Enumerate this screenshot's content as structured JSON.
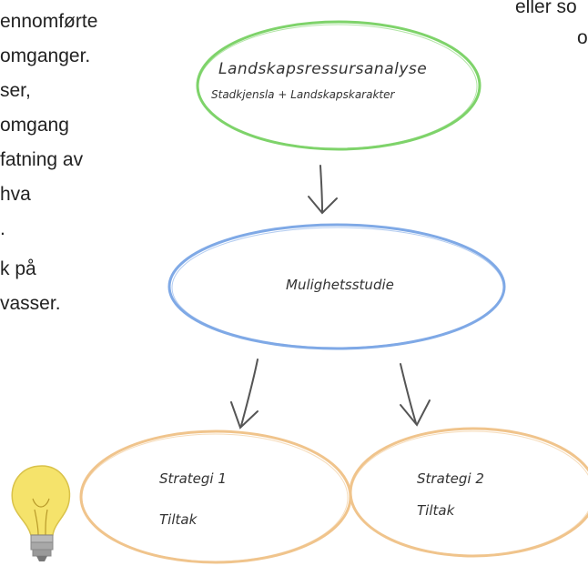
{
  "left_text": {
    "lines": [
      "ennomførte",
      " omganger.",
      "ser,",
      "omgang",
      "fatning av",
      "hva",
      ".",
      "k på",
      "vasser."
    ]
  },
  "right_text": {
    "lines": [
      "eller so",
      "o"
    ]
  },
  "nodes": {
    "analysis": {
      "title": "Landskapsressursanalyse",
      "subtitle": "Stadkjensla + Landskapskarakter"
    },
    "study": {
      "title": "Mulighetsstudie"
    },
    "strategy1": {
      "title": "Strategi 1",
      "subtitle": "Tiltak"
    },
    "strategy2": {
      "title": "Strategi 2",
      "subtitle": "Tiltak"
    }
  },
  "colors": {
    "green_outline": "#7ed36a",
    "blue_outline": "#7fa9e6",
    "orange_outline": "#f0c48c",
    "arrow": "#555555",
    "bulb": "#f5e36b"
  }
}
